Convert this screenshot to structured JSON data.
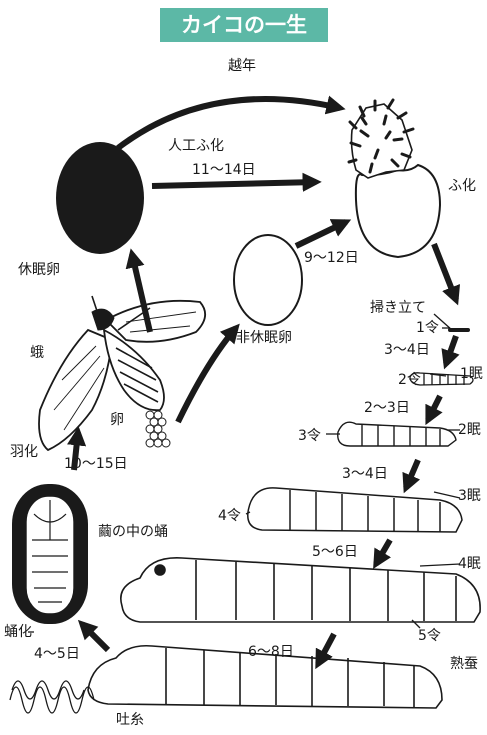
{
  "title": "カイコの一生",
  "labels": {
    "overwinter": "越年",
    "artificial_hatch": "人工ふ化",
    "artificial_days": "11〜14日",
    "hatch": "ふ化",
    "hatch_days": "9〜12日",
    "diapause_egg": "休眠卵",
    "non_diapause_egg": "非休眠卵",
    "moth": "蛾",
    "egg": "卵",
    "eclosion": "羽化",
    "eclosion_days": "10〜15日",
    "brushing": "掃き立て",
    "instar1": "1令",
    "days_1": "3〜4日",
    "molt1": "1眠",
    "instar2": "2令",
    "days_2": "2〜3日",
    "instar3": "3令",
    "molt2": "2眠",
    "days_3": "3〜4日",
    "molt3": "3眠",
    "instar4": "4令",
    "days_4": "5〜6日",
    "molt4": "4眠",
    "instar5": "5令",
    "mature": "熟蚕",
    "days_5": "6〜8日",
    "pupa_in_cocoon": "繭の中の蛹",
    "pupation": "蛹化",
    "pupation_days": "4〜5日",
    "spinning": "吐糸"
  }
}
